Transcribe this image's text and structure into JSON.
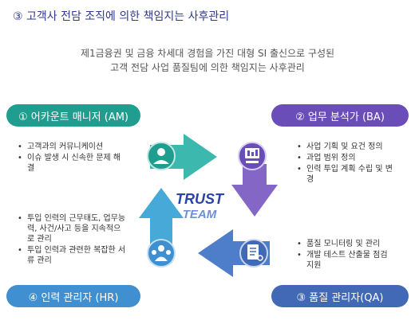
{
  "title": "③ 고객사 전담 조직에 의한 책임지는 사후관리",
  "subtitle": [
    "제1금융권 및 금융 차세대 경험을 가진 대형 SI 출신으로 구성된",
    "고객 전담 사업 품질팀에 의한 책임지는 사후관리"
  ],
  "roles": {
    "am": {
      "label": "① 어카운트 매니저 (AM)",
      "bullets": [
        "고객과의 커뮤니케이션",
        "이슈 발생 시 신속한 문제 해결"
      ]
    },
    "ba": {
      "label": "② 업무 분석가 (BA)",
      "bullets": [
        "사업 기획 및 요건 정의",
        "과업 범위 정의",
        "인력 투입 계획 수립 및 변경"
      ]
    },
    "qa": {
      "label": "③ 품질 관리자(QA)",
      "bullets": [
        "품질 모니터링 및 관리",
        "개발 테스트 산출물 점검 지원"
      ]
    },
    "hr": {
      "label": "④ 인력 관리자 (HR)",
      "bullets": [
        "투입 인력의 근무태도, 업무능력, 사건/사고 등을 지속적으로 관리",
        "투입 인력과 관련한 복잡한 서류 관리"
      ]
    }
  },
  "center": {
    "line1": "TRUST",
    "line2": "TEAM"
  },
  "colors": {
    "am": "#1f9e90",
    "ba": "#6a4db8",
    "qa": "#4169b5",
    "hr": "#3f8fd1",
    "title": "#2e3a8c"
  },
  "icons": {
    "am": "account-manager-icon",
    "ba": "analyst-icon",
    "qa": "quality-checklist-icon",
    "hr": "team-people-icon"
  }
}
